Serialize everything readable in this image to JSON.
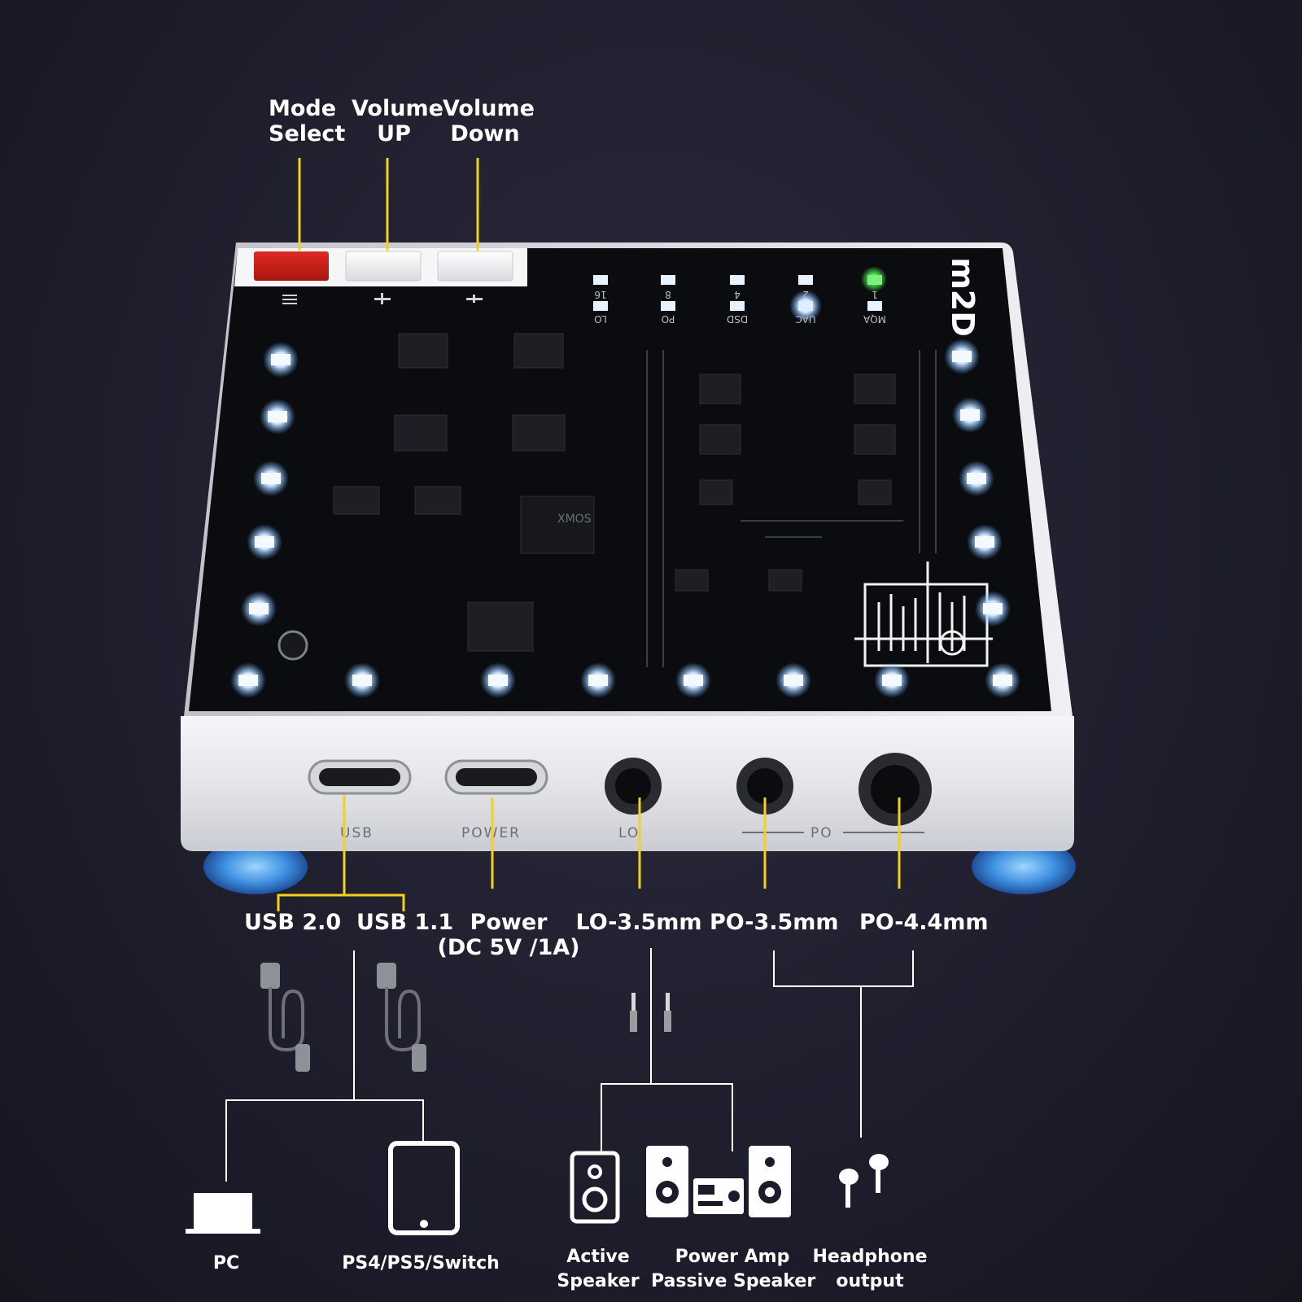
{
  "buttons": {
    "mode": [
      "Mode",
      "Select"
    ],
    "vol_up": [
      "Volume",
      "UP"
    ],
    "vol_down": [
      "Volume",
      "Down"
    ]
  },
  "device": {
    "brand": "m2D",
    "indicators": [
      "16",
      "8",
      "4",
      "2",
      "1"
    ],
    "modes": [
      "LO",
      "PO",
      "DSD",
      "UAC",
      "MQA"
    ],
    "chip_text": "XMOS",
    "port_engravings": {
      "usb": "USB",
      "power": "POWER",
      "lo": "LO",
      "po": "PO"
    }
  },
  "ports": {
    "usb20": "USB 2.0",
    "usb11": "USB 1.1",
    "power": [
      "Power",
      "(DC 5V /1A)"
    ],
    "lo35": "LO-3.5mm",
    "po35": "PO-3.5mm",
    "po44": "PO-4.4mm"
  },
  "devices": {
    "pc": "PC",
    "console": "PS4/PS5/Switch",
    "active_speaker": [
      "Active",
      "Speaker"
    ],
    "amp_speaker": [
      "Power Amp",
      "Passive Speaker"
    ],
    "headphone": [
      "Headphone",
      "output"
    ]
  },
  "colors": {
    "accent": "#f2d21b",
    "mode_button": "#c9201c",
    "led": "#8fc8ff",
    "led_green": "#43e04a"
  }
}
